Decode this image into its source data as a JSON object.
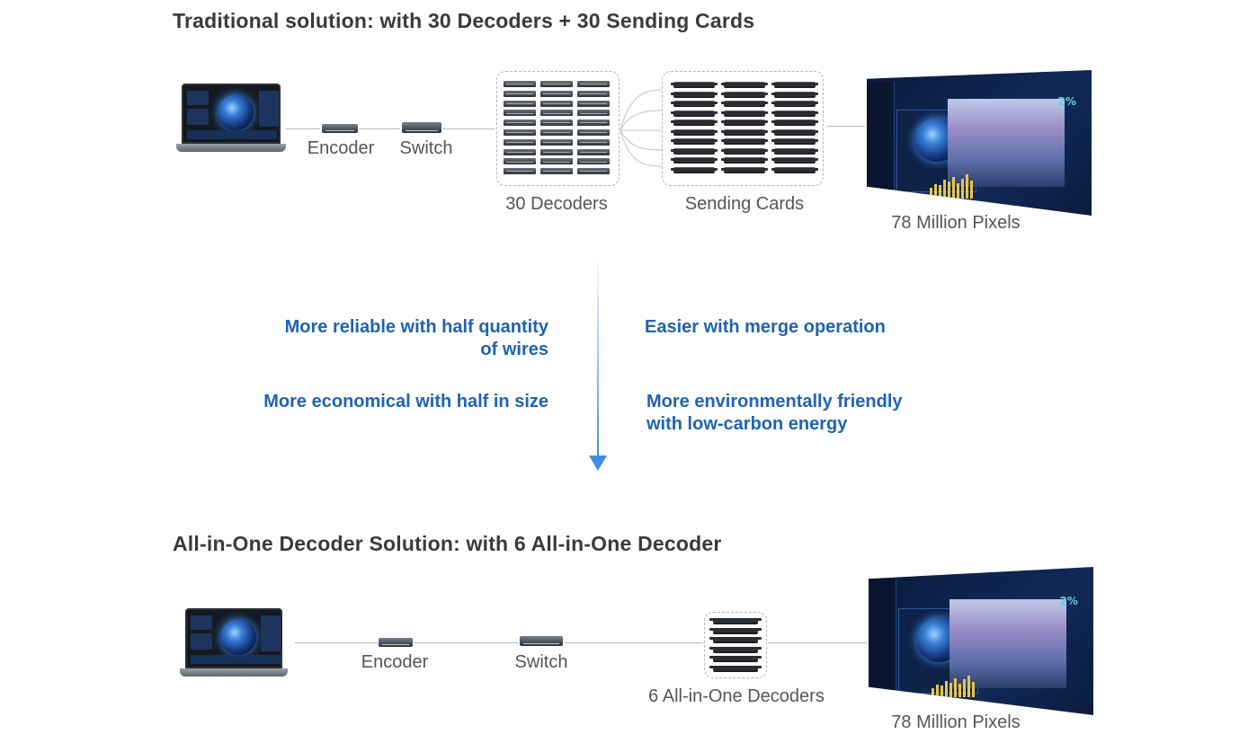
{
  "traditional": {
    "title": "Traditional solution: with 30 Decoders + 30 Sending Cards",
    "encoder_label": "Encoder",
    "switch_label": "Switch",
    "decoders_label": "30 Decoders",
    "sending_cards_label": "Sending Cards",
    "pixels_label": "78 Million Pixels"
  },
  "benefits": {
    "reliable": [
      "More reliable with half quantity",
      "of wires"
    ],
    "economical": "More economical with half in size",
    "merge": "Easier with merge operation",
    "environment": [
      "More environmentally friendly",
      "with low-carbon energy"
    ]
  },
  "allinone": {
    "title": "All-in-One Decoder Solution: with 6 All-in-One Decoder",
    "encoder_label": "Encoder",
    "switch_label": "Switch",
    "decoders_label": "6 All-in-One Decoders",
    "pixels_label": "78 Million Pixels"
  },
  "counts": {
    "decoders_traditional": 30,
    "sending_cards": 30,
    "decoders_allinone": 6
  },
  "wall_text": {
    "percent": "2%"
  },
  "colors": {
    "benefit_text": "#1f63b3",
    "arrow": "#3f8fe6",
    "connector_line": "#b8b8b8",
    "dashed_border": "#b5b5b5"
  }
}
